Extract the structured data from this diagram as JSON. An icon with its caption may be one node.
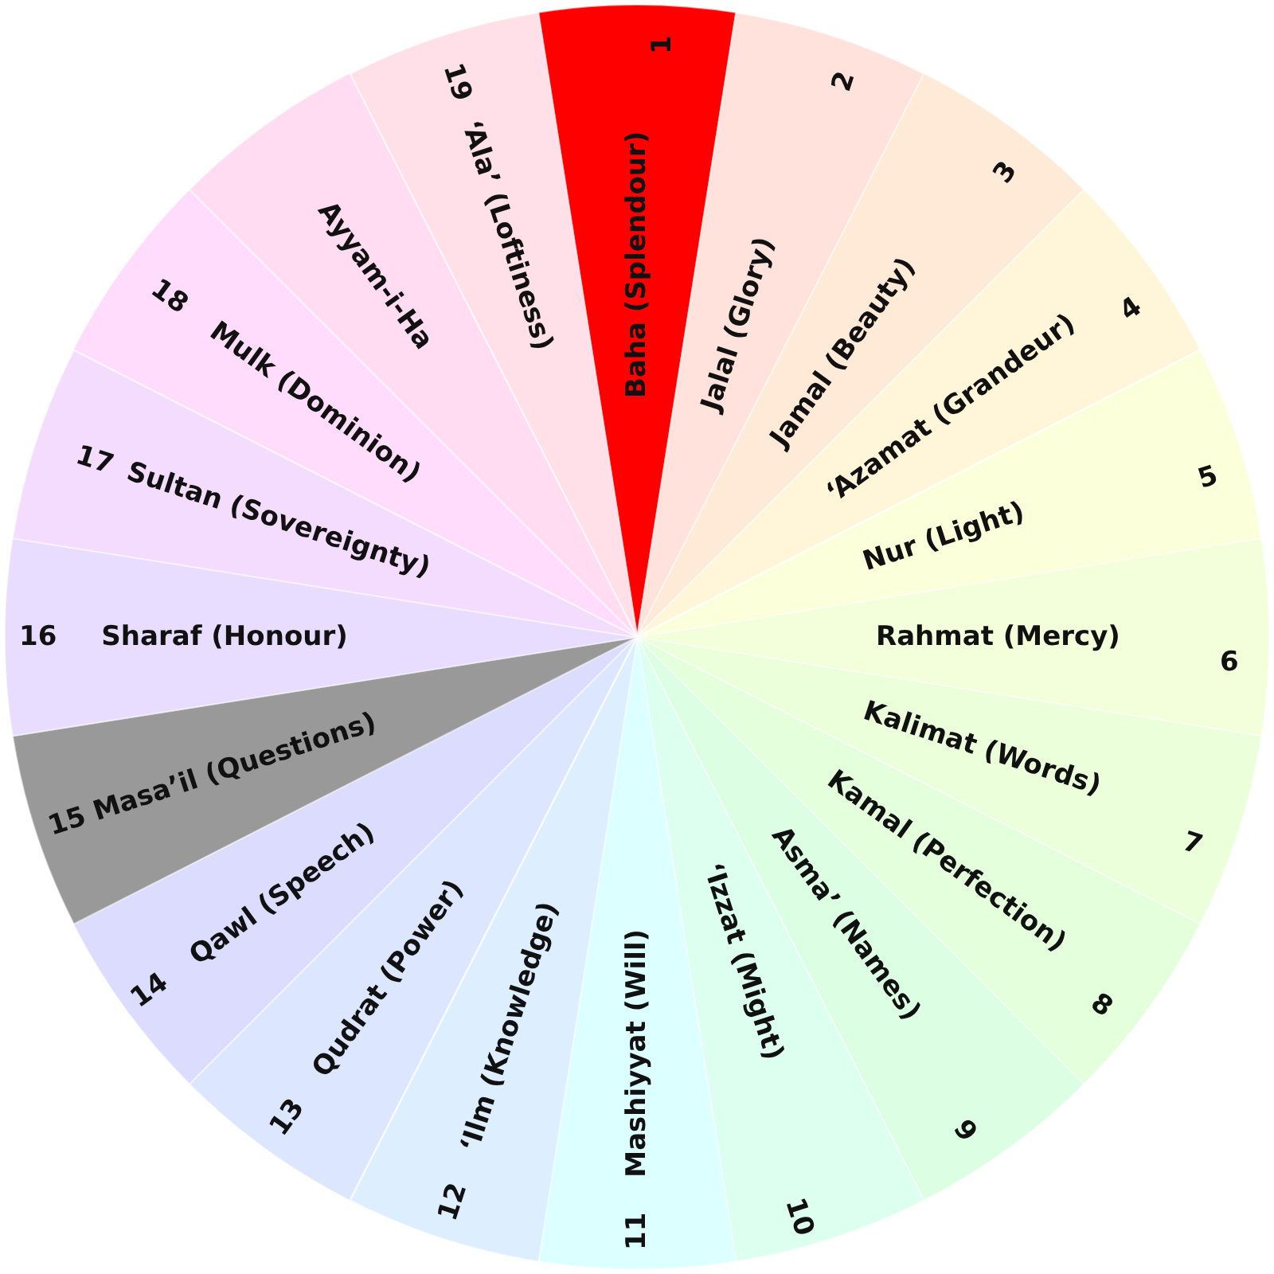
{
  "diagram": {
    "nodes": [
      {
        "text": [
          "Baha (Splendour)",
          "1"
        ]
      },
      {
        "text": [
          "Jalal (Glory)",
          "2"
        ]
      },
      {
        "text": [
          "Jamal (Beauty)",
          "3"
        ]
      },
      {
        "text": [
          "‘Azamat (Grandeur)",
          "4"
        ]
      },
      {
        "text": [
          "Nur (Light)",
          "5"
        ]
      },
      {
        "text": [
          "Rahmat (Mercy)",
          "6"
        ]
      },
      {
        "text": [
          "Kalimat (Words)",
          "7"
        ]
      },
      {
        "text": [
          "Kamal (Perfection)",
          "8"
        ]
      },
      {
        "text": [
          "Asma’ (Names)",
          "9"
        ]
      },
      {
        "text": [
          "‘Izzat (Might)",
          "10"
        ]
      },
      {
        "text": [
          "11",
          "Mashiyyat (Will)"
        ]
      },
      {
        "text": [
          "12",
          "‘Ilm (Knowledge)"
        ]
      },
      {
        "text": [
          "13",
          "Qudrat (Power)"
        ]
      },
      {
        "text": [
          "14",
          "Qawl (Speech)"
        ]
      },
      {
        "text": [
          "15",
          "Masa’il (Questions)"
        ]
      },
      {
        "text": [
          "16",
          "Sharaf (Honour)"
        ]
      },
      {
        "text": [
          "17",
          "Sultan (Sovereignty)"
        ]
      },
      {
        "text": [
          "18",
          "Mulk (Dominion)"
        ]
      },
      {
        "text": [
          "Ayyam-i-Ha"
        ]
      },
      {
        "text": [
          "19",
          "‘Ala’ (Loftiness)"
        ]
      }
    ]
  }
}
